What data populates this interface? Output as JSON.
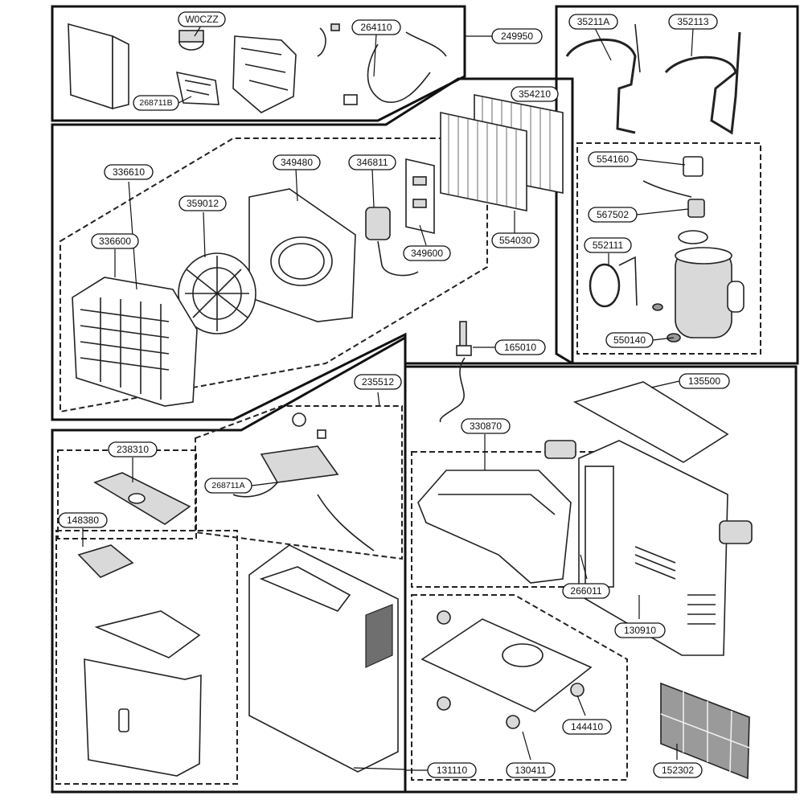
{
  "parts": {
    "p249950": "249950",
    "pW0CZZ": "W0CZZ",
    "p264110": "264110",
    "p268711B": "268711B",
    "p35211A": "35211A",
    "p352113": "352113",
    "p554160": "554160",
    "p567502": "567502",
    "p552111": "552111",
    "p550140": "550140",
    "p336610": "336610",
    "p349480": "349480",
    "p346811": "346811",
    "p354210": "354210",
    "p359012": "359012",
    "p336600": "336600",
    "p349600": "349600",
    "p554030": "554030",
    "p165010": "165010",
    "p235512": "235512",
    "p135500": "135500",
    "p330870": "330870",
    "p238310": "238310",
    "p268711A": "268711A",
    "p148380": "148380",
    "p266011": "266011",
    "p130910": "130910",
    "p144410": "144410",
    "p131110": "131110",
    "p130411": "130411",
    "p152302": "152302"
  }
}
